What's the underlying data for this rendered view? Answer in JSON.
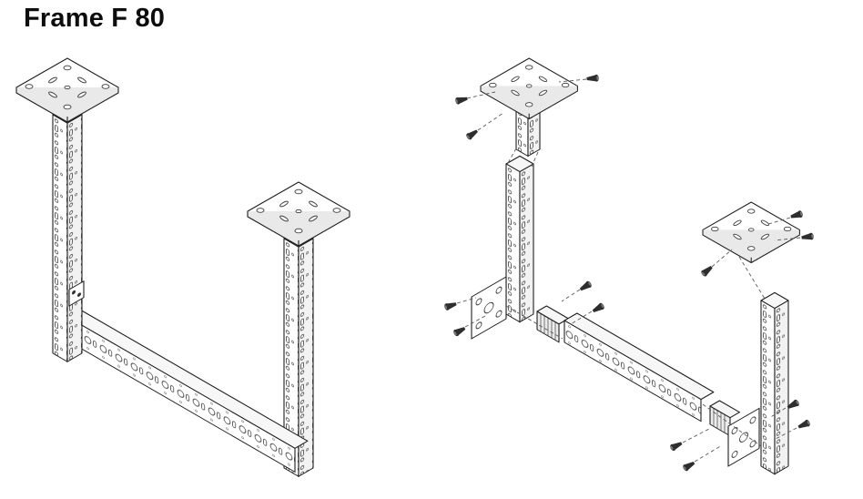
{
  "header": {
    "title": "Frame F 80"
  },
  "diagram": {
    "views": {
      "left": "assembled-frame",
      "right": "exploded-assembly"
    },
    "colors": {
      "background": "#ffffff",
      "line": "#1e1e1e",
      "hardware": "#2e2e2e"
    }
  }
}
